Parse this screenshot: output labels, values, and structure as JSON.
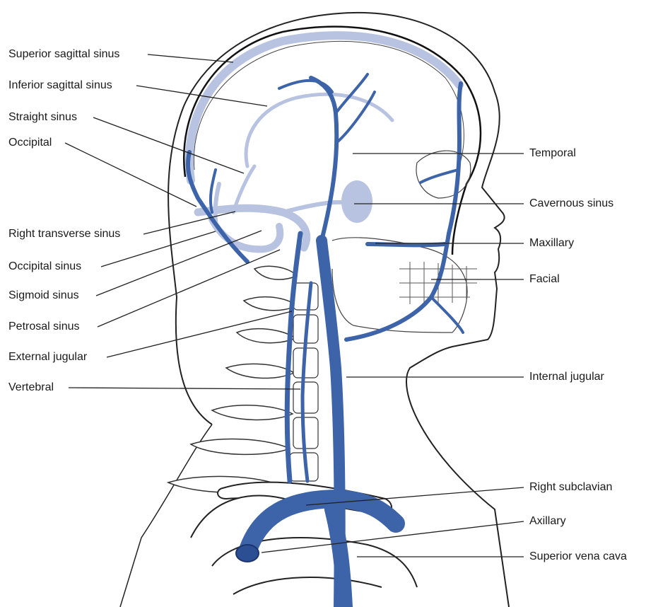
{
  "colors": {
    "vein": "#3d63a8",
    "sinus": "#b7c3e0",
    "outline": "#222222",
    "background": "#ffffff"
  },
  "labels": {
    "left": [
      "Superior sagittal sinus",
      "Inferior sagittal sinus",
      "Straight sinus",
      "Occipital",
      "Right transverse sinus",
      "Occipital sinus",
      "Sigmoid sinus",
      "Petrosal sinus",
      "External jugular",
      "Vertebral"
    ],
    "right": [
      "Temporal",
      "Cavernous sinus",
      "Maxillary",
      "Facial",
      "Internal jugular",
      "Right subclavian",
      "Axillary",
      "Superior vena cava"
    ]
  }
}
